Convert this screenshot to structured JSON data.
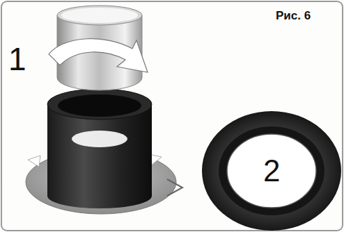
{
  "diagram": {
    "title": "Рис. 6",
    "labels": [
      "1",
      "2"
    ]
  }
}
